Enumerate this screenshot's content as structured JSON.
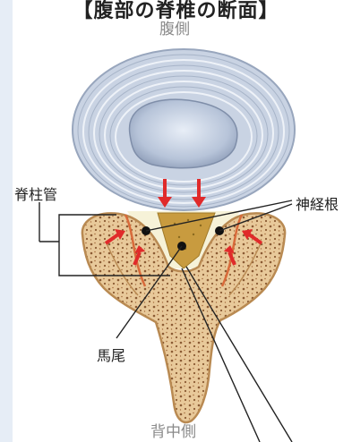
{
  "figure": {
    "title": "【腹部の脊椎の断面】",
    "labels": {
      "ventral": "腹側",
      "dorsal": "背中側",
      "spinal_canal": "脊柱管",
      "nerve_root": "神経根",
      "cauda_equina": "馬尾"
    }
  },
  "colors": {
    "disc_outer": "#c9d3e3",
    "disc_ring_line": "#a7b4c8",
    "nucleus": "#b7c4d9",
    "bone": "#e8c99a",
    "bone_edge": "#b98a52",
    "bone_texture": "#8a5a33",
    "canal_fill": "#f4efcf",
    "nerve_mass": "#c89b3f",
    "arrow": "#e02a2a",
    "line": "#222222",
    "label_gray": "#8a8a8a"
  }
}
